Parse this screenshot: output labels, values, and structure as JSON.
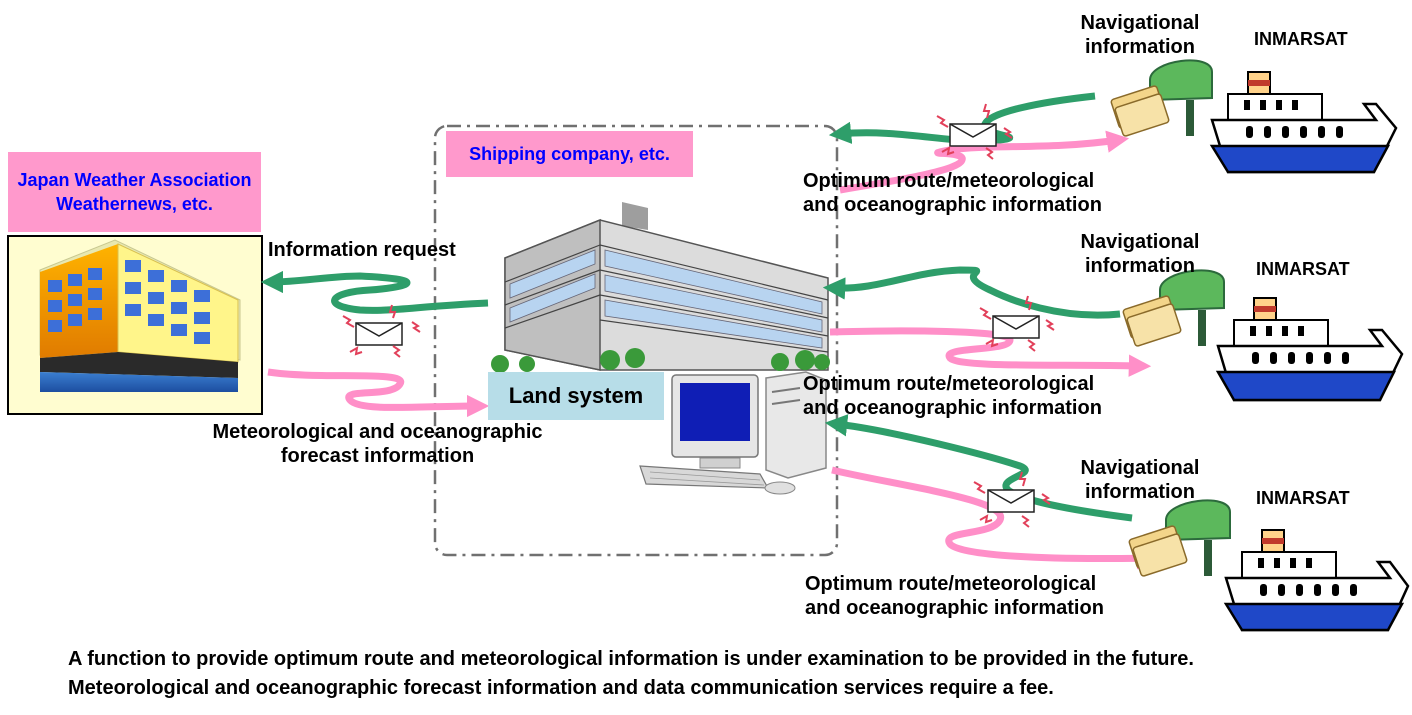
{
  "left_org": {
    "label_line1": "Japan Weather Association",
    "label_line2": "Weathernews, etc."
  },
  "center": {
    "shipping_label": "Shipping company, etc.",
    "land_system_label": "Land system"
  },
  "left_flows": {
    "request_label": "Information request",
    "forecast_line1": "Meteorological and oceanographic",
    "forecast_line2": "forecast information"
  },
  "ships": [
    {
      "satellite_label": "INMARSAT",
      "nav_line1": "Navigational",
      "nav_line2": "information",
      "route_line1": "Optimum route/meteorological",
      "route_line2": "and oceanographic information"
    },
    {
      "satellite_label": "INMARSAT",
      "nav_line1": "Navigational",
      "nav_line2": "information",
      "route_line1": "Optimum route/meteorological",
      "route_line2": "and oceanographic information"
    },
    {
      "satellite_label": "INMARSAT",
      "nav_line1": "Navigational",
      "nav_line2": "information",
      "route_line1": "Optimum route/meteorological",
      "route_line2": "and oceanographic information"
    }
  ],
  "footer": {
    "line1": "A function to provide optimum route and meteorological information is under examination to be provided in the future.",
    "line2": "Meteorological and oceanographic forecast information and data communication services require a fee."
  },
  "colors": {
    "green_arrow": "#2e9e6a",
    "pink_arrow": "#ff8fc8",
    "label_box": "#ff99cc",
    "land_box": "#b7dde8",
    "title_text": "#0000ff"
  }
}
